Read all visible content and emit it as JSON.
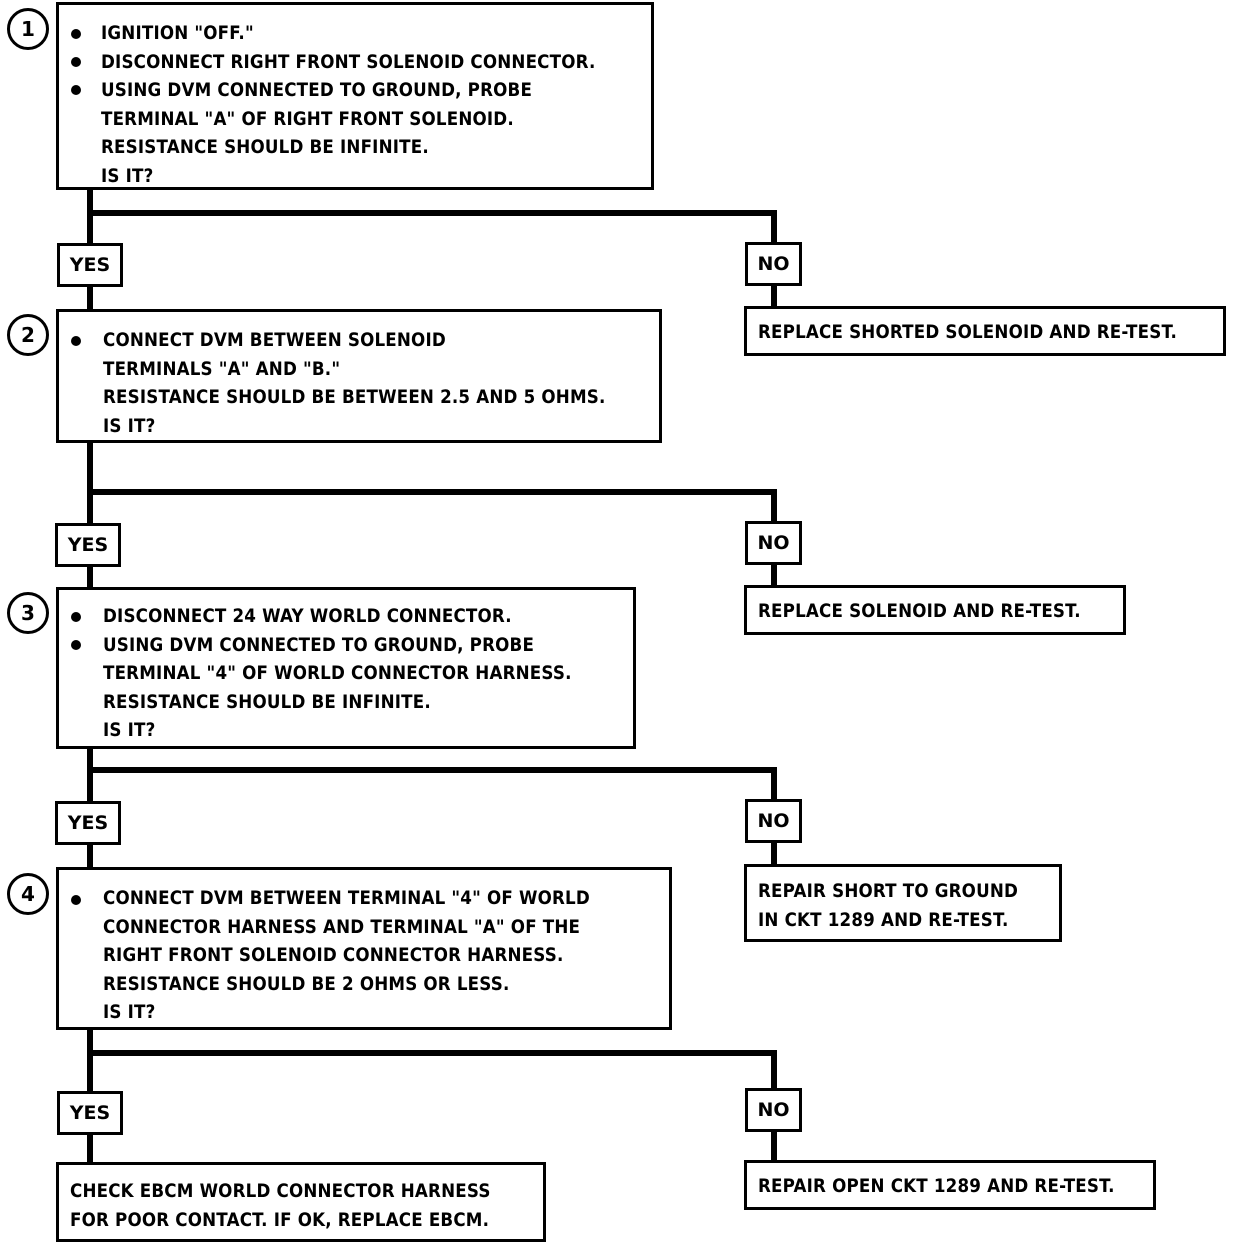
{
  "steps": [
    {
      "number": "1",
      "lines": [
        {
          "text": "IGNITION \"OFF.\"",
          "bullet": true
        },
        {
          "text": "DISCONNECT RIGHT FRONT SOLENOID CONNECTOR.",
          "bullet": true
        },
        {
          "text": "USING DVM CONNECTED TO GROUND, PROBE",
          "bullet": true
        },
        {
          "text": "TERMINAL \"A\" OF RIGHT FRONT SOLENOID.",
          "bullet": false
        },
        {
          "text": "RESISTANCE SHOULD BE INFINITE.",
          "bullet": false
        },
        {
          "text": "IS IT?",
          "bullet": false
        }
      ],
      "yes_label": "YES",
      "no_label": "NO",
      "no_result": [
        "REPLACE SHORTED SOLENOID AND RE-TEST."
      ]
    },
    {
      "number": "2",
      "lines": [
        {
          "text": "CONNECT DVM BETWEEN SOLENOID",
          "bullet": true
        },
        {
          "text": "TERMINALS \"A\" AND \"B.\"",
          "bullet": false
        },
        {
          "text": "RESISTANCE SHOULD BE BETWEEN 2.5 AND 5 OHMS.",
          "bullet": false
        },
        {
          "text": "IS IT?",
          "bullet": false
        }
      ],
      "yes_label": "YES",
      "no_label": "NO",
      "no_result": [
        "REPLACE SOLENOID AND RE-TEST."
      ]
    },
    {
      "number": "3",
      "lines": [
        {
          "text": "DISCONNECT 24 WAY WORLD CONNECTOR.",
          "bullet": true
        },
        {
          "text": "USING DVM CONNECTED TO GROUND, PROBE",
          "bullet": true
        },
        {
          "text": "TERMINAL \"4\" OF WORLD CONNECTOR HARNESS.",
          "bullet": false
        },
        {
          "text": "RESISTANCE SHOULD BE INFINITE.",
          "bullet": false
        },
        {
          "text": "IS IT?",
          "bullet": false
        }
      ],
      "yes_label": "YES",
      "no_label": "NO",
      "no_result": [
        "REPAIR SHORT TO GROUND",
        "IN CKT 1289 AND RE-TEST."
      ]
    },
    {
      "number": "4",
      "lines": [
        {
          "text": "CONNECT DVM BETWEEN TERMINAL \"4\" OF WORLD",
          "bullet": true
        },
        {
          "text": "CONNECTOR HARNESS AND TERMINAL \"A\" OF THE",
          "bullet": false
        },
        {
          "text": "RIGHT FRONT SOLENOID CONNECTOR HARNESS.",
          "bullet": false
        },
        {
          "text": "RESISTANCE SHOULD BE 2 OHMS OR LESS.",
          "bullet": false
        },
        {
          "text": "IS IT?",
          "bullet": false
        }
      ],
      "yes_label": "YES",
      "no_label": "NO",
      "no_result": [
        "REPAIR OPEN CKT 1289 AND RE-TEST."
      ]
    }
  ],
  "final_yes_result": [
    "CHECK EBCM WORLD CONNECTOR HARNESS",
    "FOR POOR CONTACT.  IF OK, REPLACE EBCM."
  ]
}
